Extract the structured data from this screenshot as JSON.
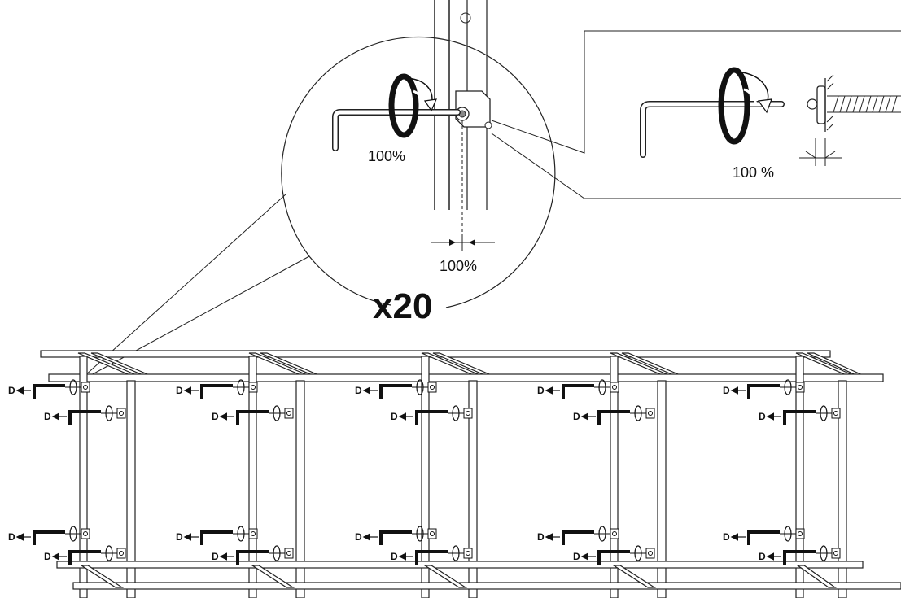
{
  "diagram": {
    "multiplier": "x20",
    "zoom_circle": {
      "rotation_label": "100%",
      "offset_label": "100%"
    },
    "detail_box": {
      "rotation_label": "100 %"
    },
    "direction_letter": "D",
    "bay_count": 5,
    "fastener_rows": 4
  }
}
